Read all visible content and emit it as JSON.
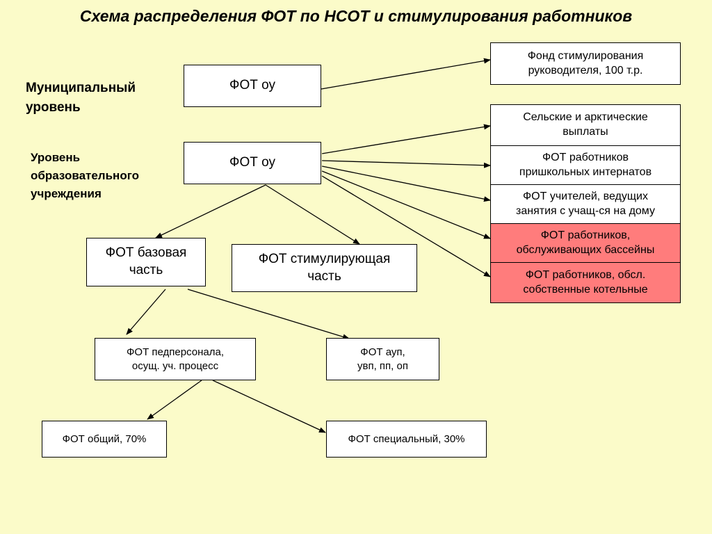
{
  "title": "Схема распределения ФОТ по НСОТ и стимулирования работников",
  "levels": {
    "municipal": "Муниципальный\nуровень",
    "institution": "Уровень\nобразовательного\nучреждения"
  },
  "boxes": {
    "fot_ou_municipal": "ФОТ оу",
    "fot_ou_institution": "ФОТ оу",
    "director_fund": "Фонд стимулирования\nруководителя, 100 т.р.",
    "rural_arctic": "Сельские и арктические\nвыплаты",
    "boarding": "ФОТ работников\nпришкольных интернатов",
    "home_teachers": "ФОТ учителей, ведущих\nзанятия с учащ-ся на дому",
    "pools": "ФОТ работников,\nобслуживающих бассейны",
    "boilers": "ФОТ работников, обсл.\nсобственные котельные",
    "base_part": "ФОТ базовая\nчасть",
    "incentive_part": "ФОТ стимулирующая\nчасть",
    "teaching_staff": "ФОТ педперсонала,\nосущ. уч. процесс",
    "admin_staff": "ФОТ ауп,\nувп, пп, оп",
    "general": "ФОТ общий, 70%",
    "special": "ФОТ специальный, 30%"
  },
  "colors": {
    "background": "#fbfbc9",
    "box": "#ffffff",
    "highlight": "#ff7c7c"
  }
}
